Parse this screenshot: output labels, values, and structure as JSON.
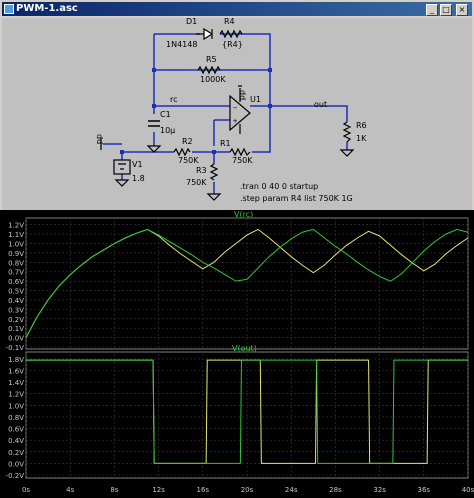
{
  "window": {
    "title": "PWM-1.asc",
    "icons": [
      "app-icon",
      "minimize-icon",
      "maximize-icon",
      "close-icon"
    ]
  },
  "schematic": {
    "components": {
      "d1": {
        "ref": "D1",
        "value": "1N4148"
      },
      "r4": {
        "ref": "R4",
        "value": "{R4}"
      },
      "r5": {
        "ref": "R5",
        "value": "1000K"
      },
      "u1": {
        "ref": "U1"
      },
      "c1": {
        "ref": "C1",
        "value": "10µ"
      },
      "r2": {
        "ref": "R2",
        "value": "750K"
      },
      "r1": {
        "ref": "R1",
        "value": "750K"
      },
      "r3": {
        "ref": "R3",
        "value": "750K"
      },
      "r6": {
        "ref": "R6",
        "value": "1K"
      },
      "v1": {
        "ref": "V1",
        "value": "1.8"
      }
    },
    "nets": {
      "rc": "rc",
      "out": "out",
      "dd": "dd",
      "dd2": "dd"
    },
    "directives": {
      "tran": ".tran 0 40 0 startup",
      "step": ".step param R4 list 750K 1G"
    }
  },
  "plots": {
    "top_label": "V(rc)",
    "bottom_label": "V(out)",
    "top_ticks": [
      "1.2V",
      "1.1V",
      "1.0V",
      "0.9V",
      "0.8V",
      "0.7V",
      "0.6V",
      "0.5V",
      "0.4V",
      "0.3V",
      "0.2V",
      "0.1V",
      "0.0V",
      "-0.1V"
    ],
    "bottom_ticks": [
      "1.8V",
      "1.6V",
      "1.4V",
      "1.2V",
      "1.0V",
      "0.8V",
      "0.6V",
      "0.4V",
      "0.2V",
      "0.0V",
      "-0.2V"
    ],
    "x_ticks": [
      "0s",
      "4s",
      "8s",
      "12s",
      "16s",
      "20s",
      "24s",
      "28s",
      "32s",
      "36s",
      "40s"
    ]
  },
  "chart_data": [
    {
      "type": "line",
      "title": "V(rc)",
      "xlabel": "",
      "ylabel": "",
      "xlim": [
        0,
        40
      ],
      "ylim": [
        -0.1,
        1.25
      ],
      "series": [
        {
          "color": "#e6e66e",
          "x": [
            0,
            1,
            2,
            3,
            4,
            5,
            6,
            7,
            8,
            9,
            10,
            11,
            12,
            13,
            14,
            15,
            16,
            17,
            18,
            19,
            20,
            21,
            22,
            23,
            24,
            25,
            26,
            27,
            28,
            29,
            30,
            31,
            32,
            33,
            34,
            35,
            36,
            37,
            38,
            39,
            40
          ],
          "y": [
            0.0,
            0.22,
            0.4,
            0.55,
            0.67,
            0.77,
            0.86,
            0.93,
            1.0,
            1.06,
            1.11,
            1.15,
            1.08,
            0.98,
            0.89,
            0.81,
            0.73,
            0.8,
            0.91,
            1.0,
            1.09,
            1.15,
            1.06,
            0.96,
            0.86,
            0.77,
            0.69,
            0.77,
            0.88,
            0.98,
            1.06,
            1.13,
            1.08,
            0.98,
            0.88,
            0.79,
            0.71,
            0.78,
            0.89,
            0.98,
            1.06
          ]
        },
        {
          "color": "#2ec836",
          "x": [
            0,
            1,
            2,
            3,
            4,
            5,
            6,
            7,
            8,
            9,
            10,
            11,
            12,
            13,
            14,
            15,
            16,
            17,
            18,
            19,
            20,
            21,
            22,
            23,
            24,
            25,
            26,
            27,
            28,
            29,
            30,
            31,
            32,
            33,
            34,
            35,
            36,
            37,
            38,
            39,
            40
          ],
          "y": [
            0.0,
            0.22,
            0.4,
            0.55,
            0.67,
            0.77,
            0.86,
            0.93,
            1.0,
            1.06,
            1.11,
            1.15,
            1.09,
            1.02,
            0.95,
            0.88,
            0.8,
            0.74,
            0.67,
            0.6,
            0.62,
            0.74,
            0.86,
            0.96,
            1.05,
            1.12,
            1.15,
            1.06,
            0.97,
            0.89,
            0.8,
            0.72,
            0.65,
            0.6,
            0.68,
            0.8,
            0.92,
            1.02,
            1.1,
            1.15,
            1.12
          ]
        }
      ]
    },
    {
      "type": "line",
      "title": "V(out)",
      "xlabel": "",
      "ylabel": "",
      "xlim": [
        0,
        40
      ],
      "ylim": [
        -0.2,
        1.85
      ],
      "series": [
        {
          "color": "#e6e66e",
          "x": [
            0,
            11.5,
            11.6,
            16.3,
            16.4,
            21.2,
            21.3,
            26.2,
            26.3,
            31.0,
            31.1,
            36.3,
            36.4,
            40
          ],
          "y": [
            1.78,
            1.78,
            0.0,
            0.0,
            1.78,
            1.78,
            0.0,
            0.0,
            1.78,
            1.78,
            0.0,
            0.0,
            1.78,
            1.78
          ]
        },
        {
          "color": "#2ec836",
          "x": [
            0,
            11.5,
            11.6,
            19.4,
            19.5,
            26.3,
            26.4,
            33.2,
            33.3,
            40
          ],
          "y": [
            1.78,
            1.78,
            0.0,
            0.0,
            1.78,
            1.78,
            0.0,
            0.0,
            1.78,
            1.78
          ]
        }
      ]
    }
  ]
}
